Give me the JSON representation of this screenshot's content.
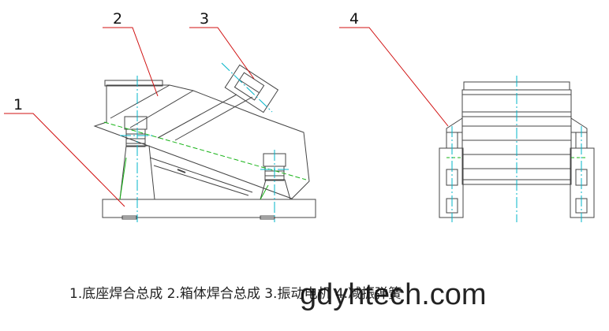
{
  "callouts": [
    {
      "id": "1",
      "label": "1"
    },
    {
      "id": "2",
      "label": "2"
    },
    {
      "id": "3",
      "label": "3"
    },
    {
      "id": "4",
      "label": "4"
    }
  ],
  "caption": "1.底座焊合总成 2.箱体焊合总成 3.振动电机 4.减振弹簧",
  "watermark": "gdyhtech.com",
  "colors": {
    "line": "#444444",
    "centerline": "#00b4c8",
    "leader": "#d01010",
    "dashed_green": "#17b317"
  }
}
